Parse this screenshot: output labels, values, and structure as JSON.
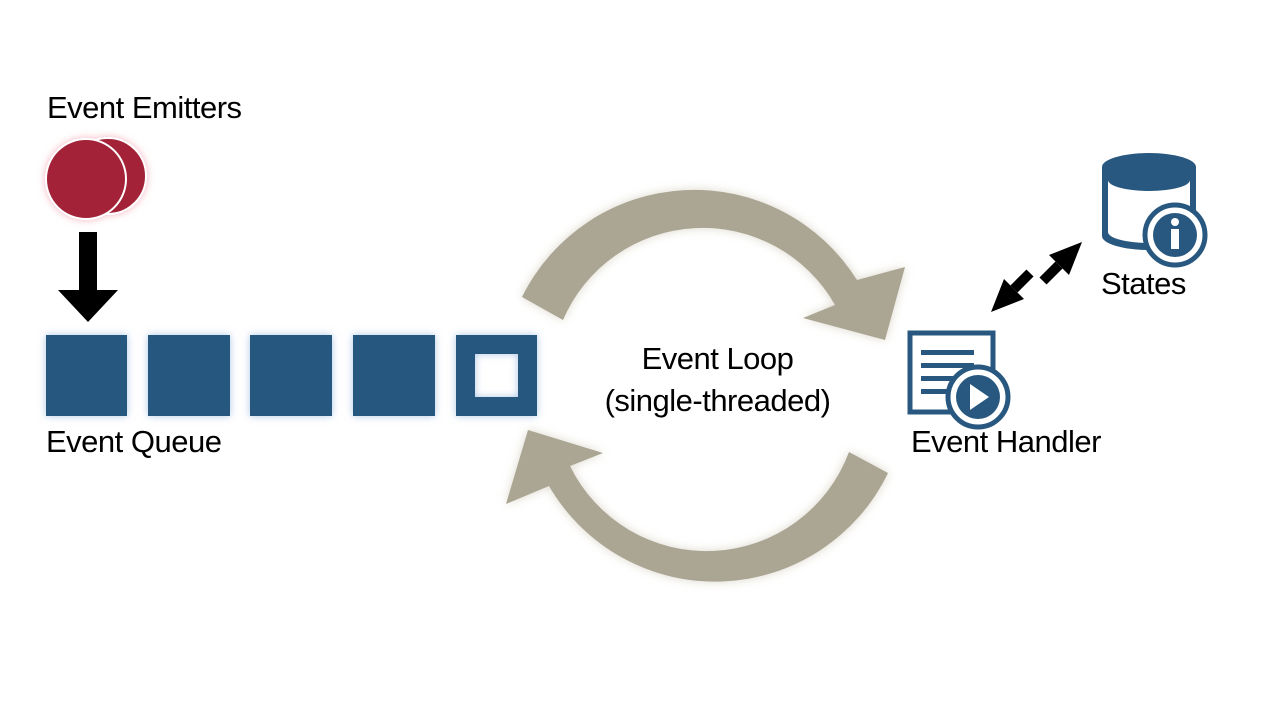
{
  "labels": {
    "emitters": "Event Emitters",
    "queue": "Event Queue",
    "loop_title": "Event Loop",
    "loop_subtitle": "(single-threaded)",
    "handler": "Event Handler",
    "states": "States"
  },
  "colors": {
    "queue_blue": "#28587f",
    "emitter_red": "#a32338",
    "loop_gray": "#aba593",
    "arrow_black": "#000000"
  },
  "icons": {
    "emitters": "stacked-circles-icon",
    "handler": "document-play-icon",
    "states": "database-info-icon"
  },
  "queue": {
    "filled_slots": 4,
    "empty_slots": 1
  }
}
